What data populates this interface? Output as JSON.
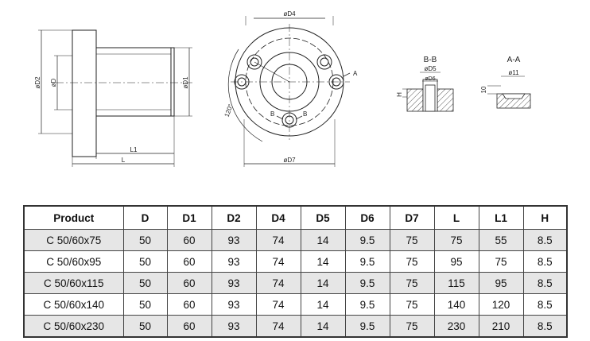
{
  "drawing": {
    "side_view": {
      "D2": "øD2",
      "D": "øD",
      "D1": "øD1",
      "L1": "L1",
      "L": "L"
    },
    "front_view": {
      "D4": "øD4",
      "D7": "øD7",
      "deg": "120°",
      "A": "A",
      "B": "B"
    },
    "section_bb": {
      "title": "B-B",
      "D5": "øD5",
      "D6": "øD6",
      "H": "H"
    },
    "section_aa": {
      "title": "A-A",
      "d11": "ø11",
      "h10": "10"
    }
  },
  "table": {
    "headers": [
      "Product",
      "D",
      "D1",
      "D2",
      "D4",
      "D5",
      "D6",
      "D7",
      "L",
      "L1",
      "H"
    ],
    "rows": [
      [
        "C 50/60x75",
        "50",
        "60",
        "93",
        "74",
        "14",
        "9.5",
        "75",
        "75",
        "55",
        "8.5"
      ],
      [
        "C 50/60x95",
        "50",
        "60",
        "93",
        "74",
        "14",
        "9.5",
        "75",
        "95",
        "75",
        "8.5"
      ],
      [
        "C 50/60x115",
        "50",
        "60",
        "93",
        "74",
        "14",
        "9.5",
        "75",
        "115",
        "95",
        "8.5"
      ],
      [
        "C 50/60x140",
        "50",
        "60",
        "93",
        "74",
        "14",
        "9.5",
        "75",
        "140",
        "120",
        "8.5"
      ],
      [
        "C 50/60x230",
        "50",
        "60",
        "93",
        "74",
        "14",
        "9.5",
        "75",
        "230",
        "210",
        "8.5"
      ]
    ]
  }
}
